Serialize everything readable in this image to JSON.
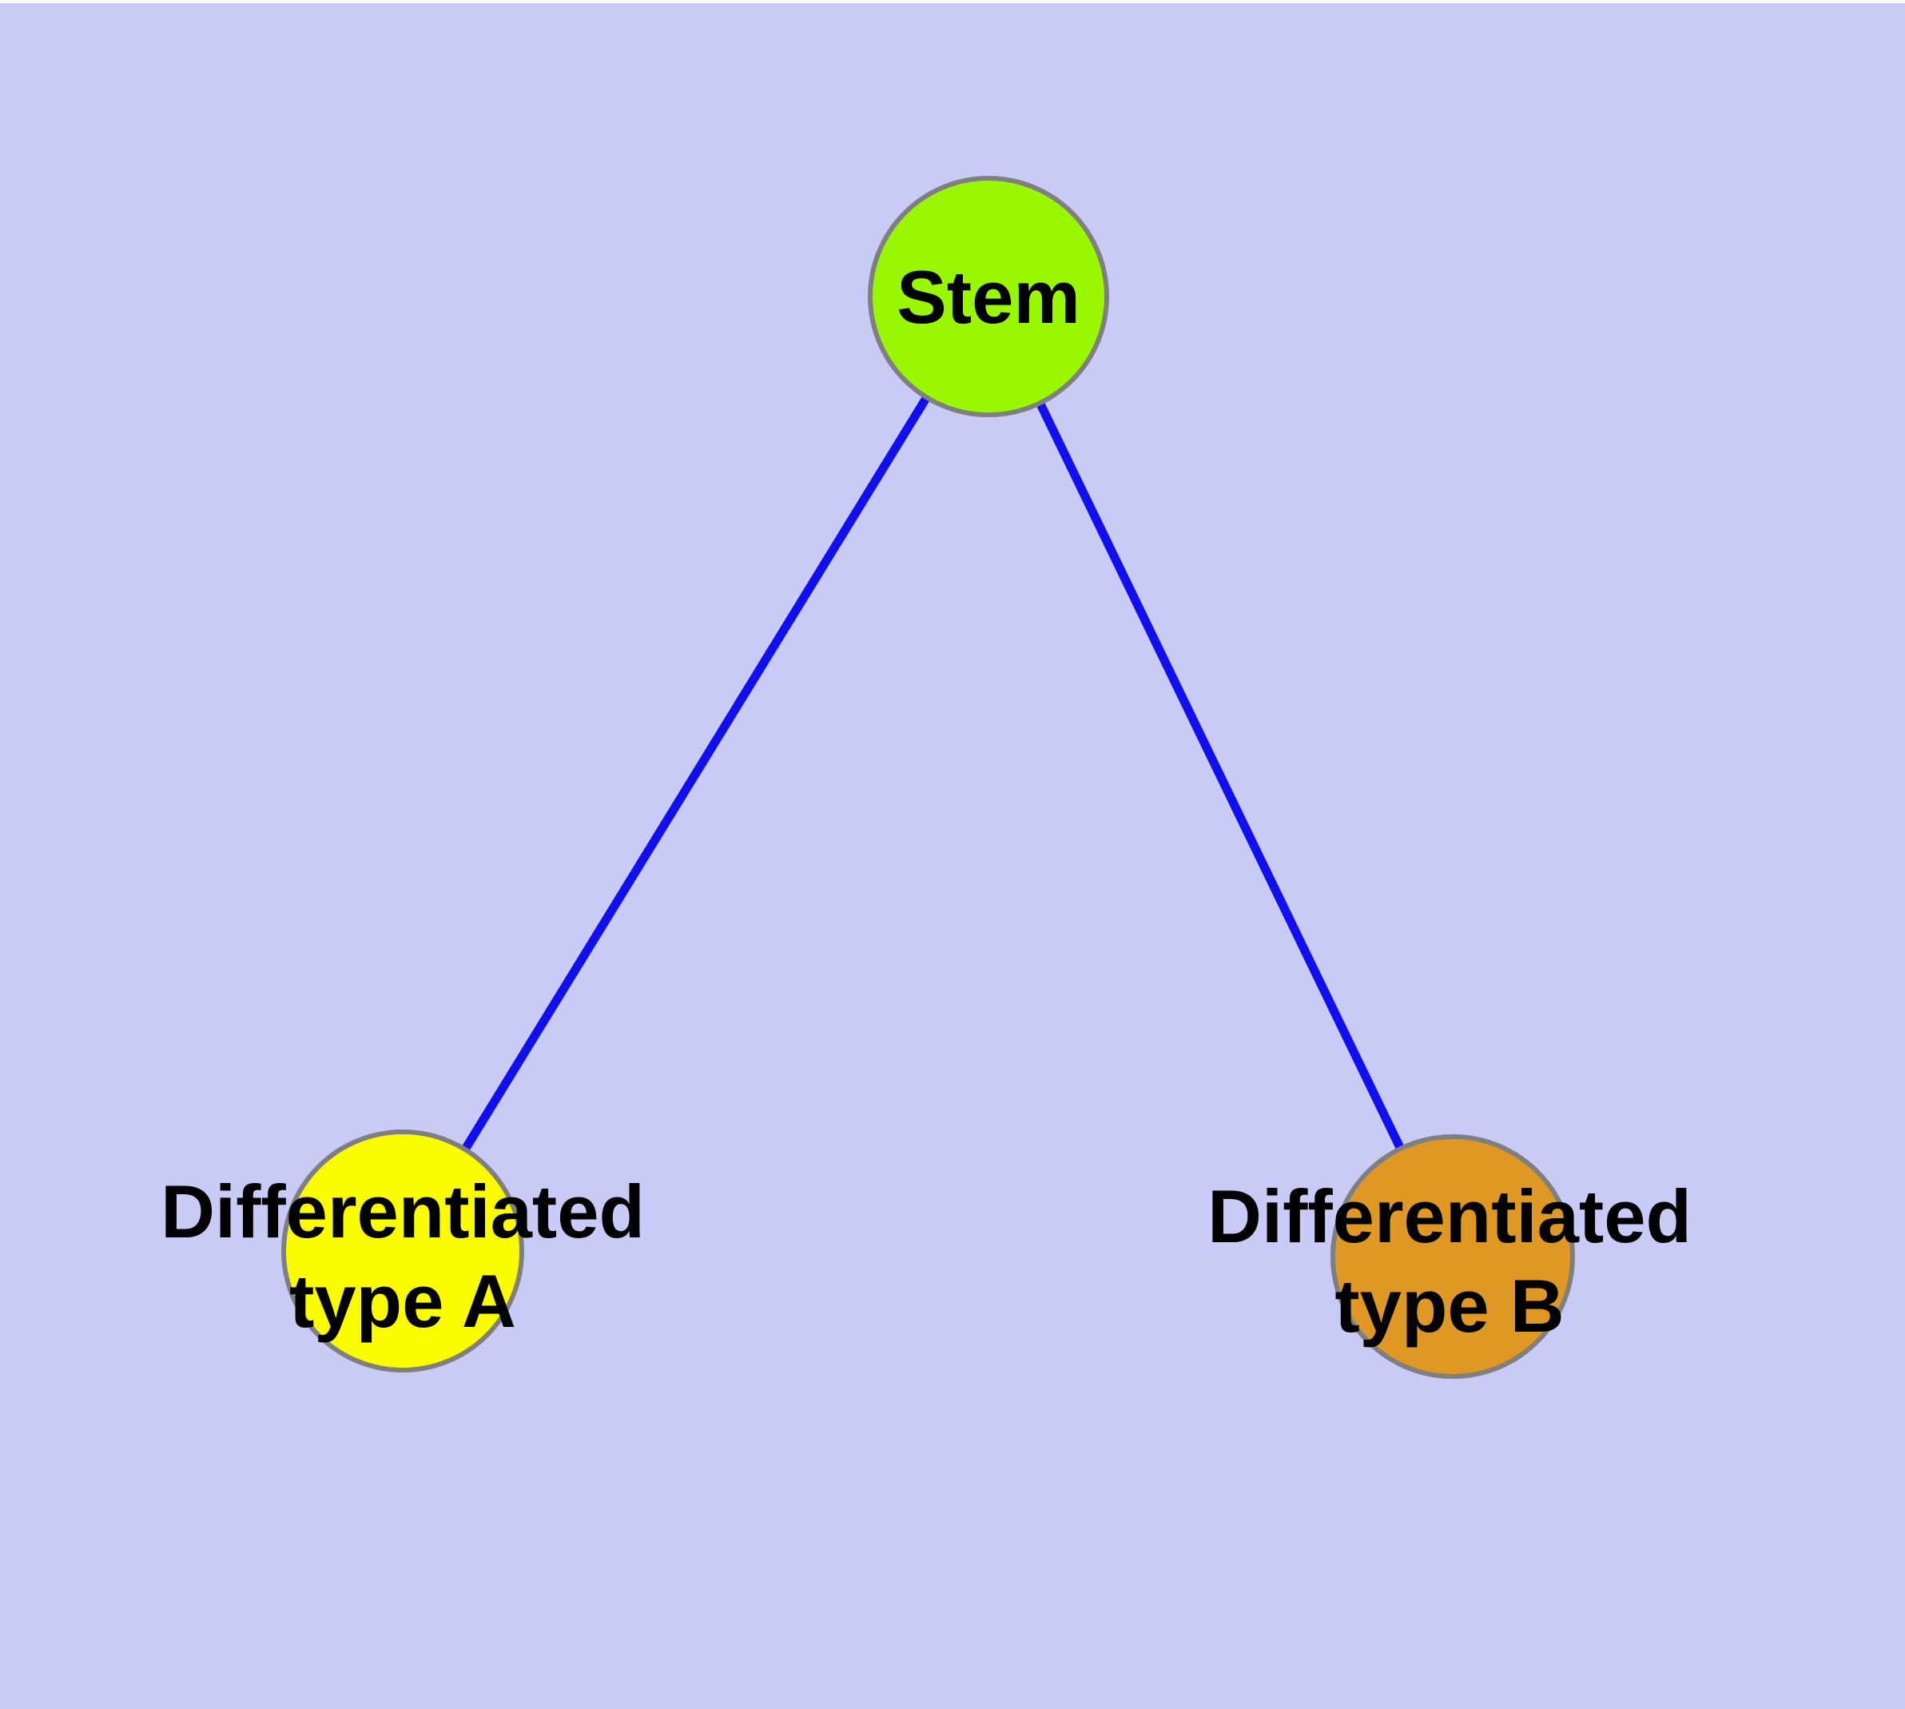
{
  "diagram": {
    "type": "node-link-graph",
    "colors": {
      "background": "#CACAF7",
      "top_margin": "#FFFFFF",
      "edge": "#0F0FEF",
      "node_border": "#7F7F7F",
      "label_text": "#000000"
    },
    "nodes": {
      "stem": {
        "label": "Stem",
        "color": "#99F702"
      },
      "type_a": {
        "label": "Differentiated type A",
        "label_line1": "Differentiated",
        "label_line2": "type A",
        "color": "#FCFC00"
      },
      "type_b": {
        "label": "Differentiated type B",
        "label_line1": "Differentiated",
        "label_line2": "type B",
        "color": "#E09825"
      }
    },
    "edges": [
      {
        "from": "Stem",
        "to": "Differentiated type A"
      },
      {
        "from": "Stem",
        "to": "Differentiated type B"
      }
    ]
  }
}
